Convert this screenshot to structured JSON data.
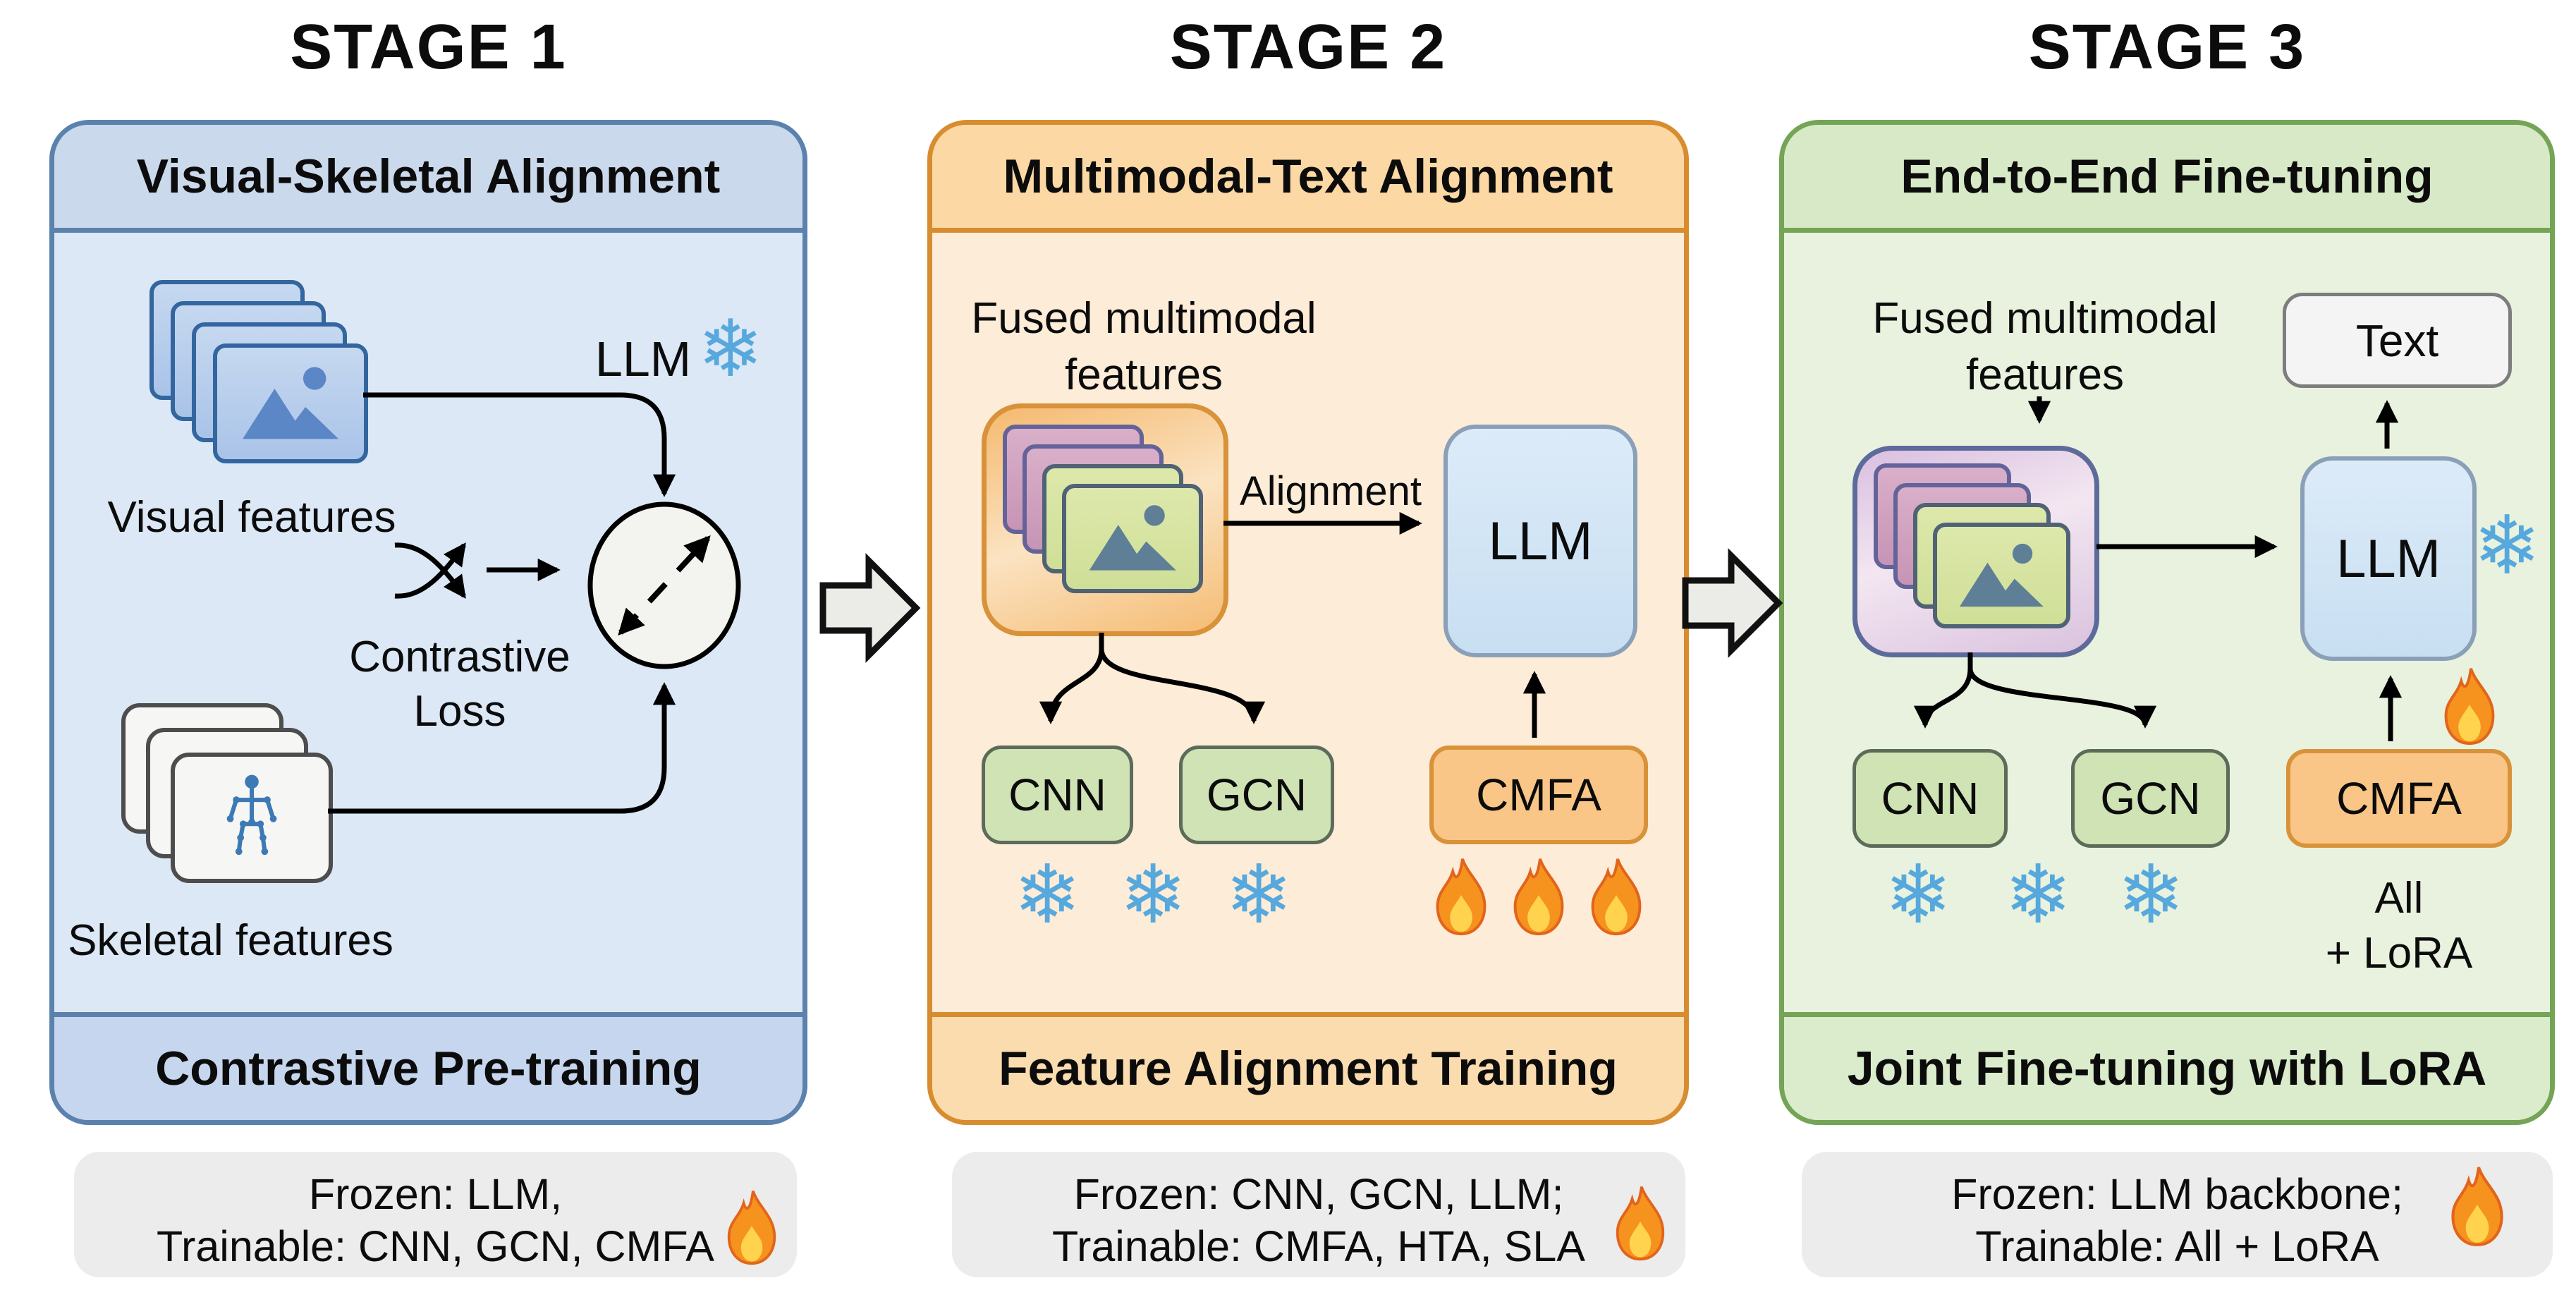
{
  "stage1": {
    "title": "STAGE 1",
    "header": "Visual-Skeletal Alignment",
    "footer": "Contrastive Pre-training",
    "visual_label": "Visual features",
    "skeletal_label": "Skeletal features",
    "llm_label": "LLM",
    "loss_line1": "Contrastive",
    "loss_line2": "Loss",
    "note_line1": "Frozen: LLM,",
    "note_line2": "Trainable: CNN, GCN, CMFA"
  },
  "stage2": {
    "title": "STAGE 2",
    "header": "Multimodal-Text Alignment",
    "footer": "Feature Alignment Training",
    "fused_line1": "Fused multimodal",
    "fused_line2": "features",
    "alignment_label": "Alignment",
    "llm_label": "LLM",
    "cnn_label": "CNN",
    "gcn_label": "GCN",
    "cmfa_label": "CMFA",
    "note_line1": "Frozen: CNN, GCN, LLM;",
    "note_line2": "Trainable: CMFA, HTA, SLA"
  },
  "stage3": {
    "title": "STAGE 3",
    "header": "End-to-End Fine-tuning",
    "footer": "Joint Fine-tuning with LoRA",
    "fused_line1": "Fused multimodal",
    "fused_line2": "features",
    "text_label": "Text",
    "llm_label": "LLM",
    "cnn_label": "CNN",
    "gcn_label": "GCN",
    "cmfa_label": "CMFA",
    "lora_line1": "All",
    "lora_line2": "+ LoRA",
    "note_line1": "Frozen: LLM backbone;",
    "note_line2": "Trainable: All + LoRA"
  },
  "icons": {
    "snowflake": "❄"
  },
  "colors": {
    "stage1_accent": "#5b82ad",
    "stage2_accent": "#d78d2f",
    "stage3_accent": "#74a455",
    "snowflake_blue": "#56a8dd",
    "flame_orange": "#f6921e",
    "note_gray": "#ececec"
  }
}
